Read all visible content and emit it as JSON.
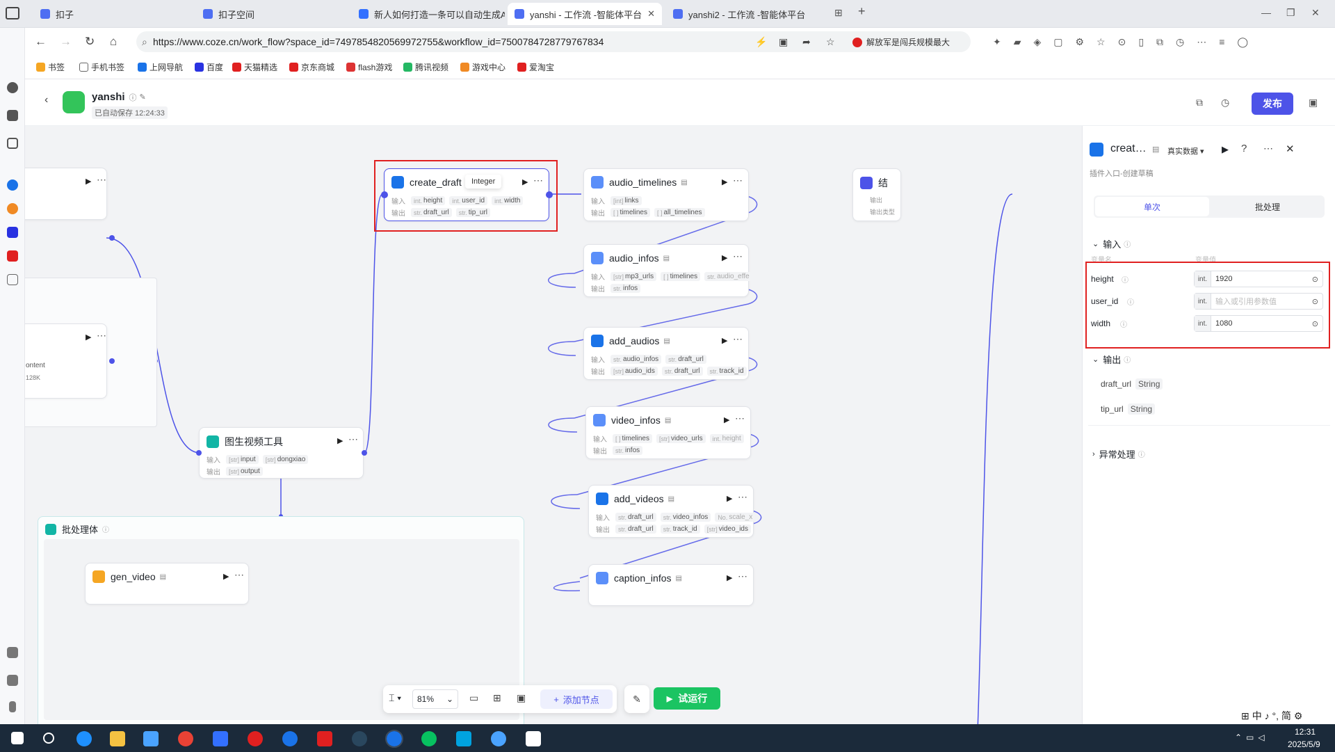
{
  "browser": {
    "tabs": [
      {
        "label": "扣子",
        "active": false
      },
      {
        "label": "扣子空间",
        "active": false
      },
      {
        "label": "新人如何打造一条可以自动生成A",
        "active": false
      },
      {
        "label": "yanshi - 工作流 -智能体平台",
        "active": true
      },
      {
        "label": "yanshi2 - 工作流 -智能体平台",
        "active": false
      }
    ],
    "url": "https://www.coze.cn/work_flow?space_id=7497854820569972755&workflow_id=7500784728779767834",
    "news": "解放军是闯兵规模最大",
    "bookmarks": [
      "书签",
      "手机书签",
      "上网导航",
      "百度",
      "天猫精选",
      "京东商城",
      "flash游戏",
      "腾讯视频",
      "游戏中心",
      "爱淘宝"
    ]
  },
  "app": {
    "title": "yanshi",
    "autosave": "已自动保存 12:24:33",
    "publish_label": "发布"
  },
  "nodes": {
    "create_draft": {
      "title": "create_draft",
      "in_label": "输入",
      "out_label": "输出",
      "inputs": [
        {
          "t": "int.",
          "n": "height"
        },
        {
          "t": "int.",
          "n": "user_id"
        },
        {
          "t": "int.",
          "n": "width"
        }
      ],
      "outputs": [
        {
          "t": "str.",
          "n": "draft_url"
        },
        {
          "t": "str.",
          "n": "tip_url"
        }
      ],
      "tooltip": "Integer"
    },
    "audio_timelines": {
      "title": "audio_timelines",
      "in_label": "输入",
      "out_label": "输出",
      "inputs": [
        {
          "t": "[int]",
          "n": "links"
        }
      ],
      "outputs": [
        {
          "t": "[ ]",
          "n": "timelines"
        },
        {
          "t": "[ ]",
          "n": "all_timelines"
        }
      ]
    },
    "audio_infos": {
      "title": "audio_infos",
      "in_label": "输入",
      "out_label": "输出",
      "inputs": [
        {
          "t": "[str]",
          "n": "mp3_urls"
        },
        {
          "t": "[ ]",
          "n": "timelines"
        },
        {
          "t": "str.",
          "n": "audio_effe"
        }
      ],
      "outputs": [
        {
          "t": "str.",
          "n": "infos"
        }
      ]
    },
    "add_audios": {
      "title": "add_audios",
      "in_label": "输入",
      "out_label": "输出",
      "inputs": [
        {
          "t": "str.",
          "n": "audio_infos"
        },
        {
          "t": "str.",
          "n": "draft_url"
        }
      ],
      "outputs": [
        {
          "t": "[str]",
          "n": "audio_ids"
        },
        {
          "t": "str.",
          "n": "draft_url"
        },
        {
          "t": "str.",
          "n": "track_id"
        }
      ]
    },
    "video_infos": {
      "title": "video_infos",
      "in_label": "输入",
      "out_label": "输出",
      "inputs": [
        {
          "t": "[ ]",
          "n": "timelines"
        },
        {
          "t": "[str]",
          "n": "video_urls"
        },
        {
          "t": "int.",
          "n": "height"
        }
      ],
      "outputs": [
        {
          "t": "str.",
          "n": "infos"
        }
      ]
    },
    "add_videos": {
      "title": "add_videos",
      "in_label": "输入",
      "out_label": "输出",
      "inputs": [
        {
          "t": "str.",
          "n": "draft_url"
        },
        {
          "t": "str.",
          "n": "video_infos"
        },
        {
          "t": "No.",
          "n": "scale_x"
        }
      ],
      "outputs": [
        {
          "t": "str.",
          "n": "draft_url"
        },
        {
          "t": "str.",
          "n": "track_id"
        },
        {
          "t": "[str]",
          "n": "video_ids"
        }
      ]
    },
    "caption_infos": {
      "title": "caption_infos"
    },
    "img2video": {
      "title": "图生视频工具",
      "in_label": "输入",
      "out_label": "输出",
      "inputs": [
        {
          "t": "[str]",
          "n": "input"
        },
        {
          "t": "[str]",
          "n": "dongxiao"
        }
      ],
      "outputs": [
        {
          "t": "[str]",
          "n": "output"
        }
      ]
    },
    "batch": {
      "title": "批处理体"
    },
    "gen_video": {
      "title": "gen_video"
    },
    "left_partial": {
      "line1": "ontent",
      "line2": "128K"
    },
    "end_partial": {
      "title": "结",
      "row1": "输出",
      "row2": "输出类型"
    }
  },
  "panel": {
    "title": "creat…",
    "mode": "真实数据",
    "subtitle": "插件入口-创建草稿",
    "tabs": [
      "单次",
      "批处理"
    ],
    "input_section": "输入",
    "col_name": "变量名",
    "col_value": "变量值",
    "inputs": [
      {
        "name": "height",
        "type": "int.",
        "value": "1920",
        "placeholder": ""
      },
      {
        "name": "user_id",
        "type": "int.",
        "value": "",
        "placeholder": "输入或引用参数值"
      },
      {
        "name": "width",
        "type": "int.",
        "value": "1080",
        "placeholder": ""
      }
    ],
    "output_section": "输出",
    "outputs": [
      {
        "name": "draft_url",
        "type": "String"
      },
      {
        "name": "tip_url",
        "type": "String"
      }
    ],
    "error_section": "异常处理"
  },
  "toolbar": {
    "zoom": "81%",
    "add_node": "添加节点",
    "run": "试运行"
  },
  "ime": "中 ♪ °, 简",
  "taskbar": {
    "time": "12:31",
    "date": "2025/5/9"
  },
  "colors": {
    "accent": "#4d53e8",
    "run_green": "#1bc462",
    "highlight_red": "#e02020"
  }
}
